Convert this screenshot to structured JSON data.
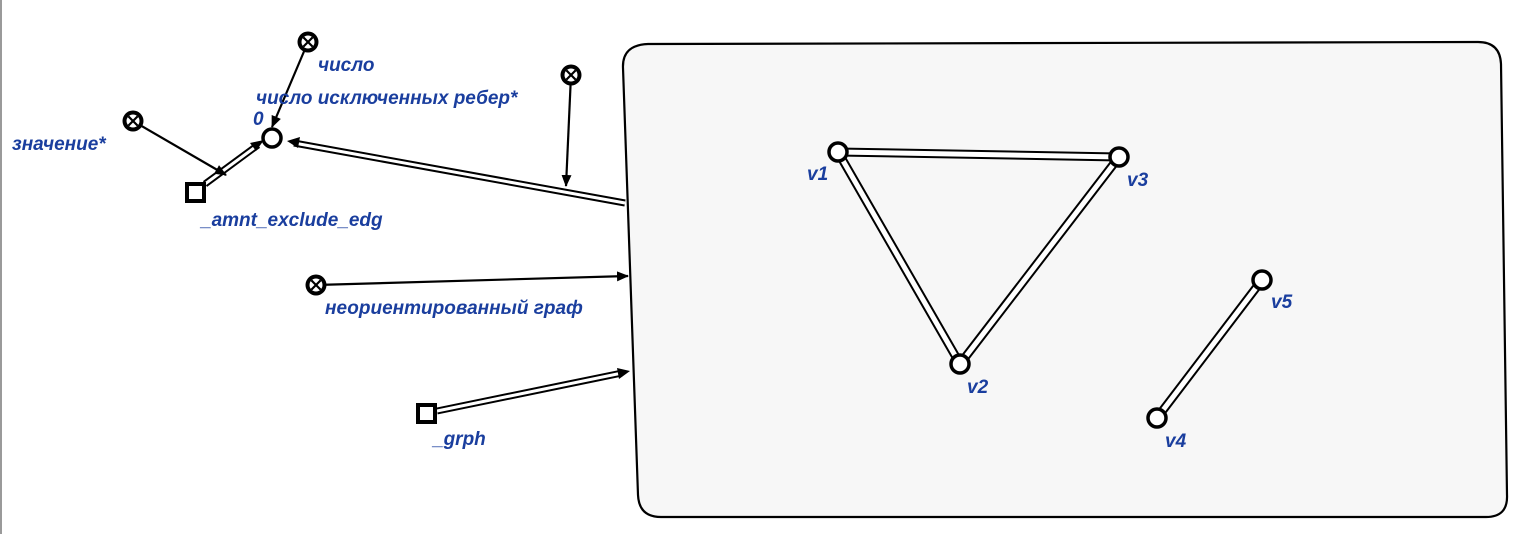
{
  "colors": {
    "label": "#1a3e9e",
    "stroke": "#000000",
    "frame_fill": "#f7f7f7",
    "left_border": "#9a9a9a"
  },
  "icons": {
    "class_node": "crossed-circle-icon",
    "var_node": "square-icon",
    "const_node": "circle-icon"
  },
  "labels": {
    "value": "значение*",
    "number": "число",
    "excluded_edges": "число исключенных ребер*",
    "zero": "0",
    "amnt_var": "_amnt_exclude_edg",
    "undirected_graph": "неориентированный граф",
    "grph_var": "_grph",
    "v1": "v1",
    "v2": "v2",
    "v3": "v3",
    "v4": "v4",
    "v5": "v5"
  }
}
